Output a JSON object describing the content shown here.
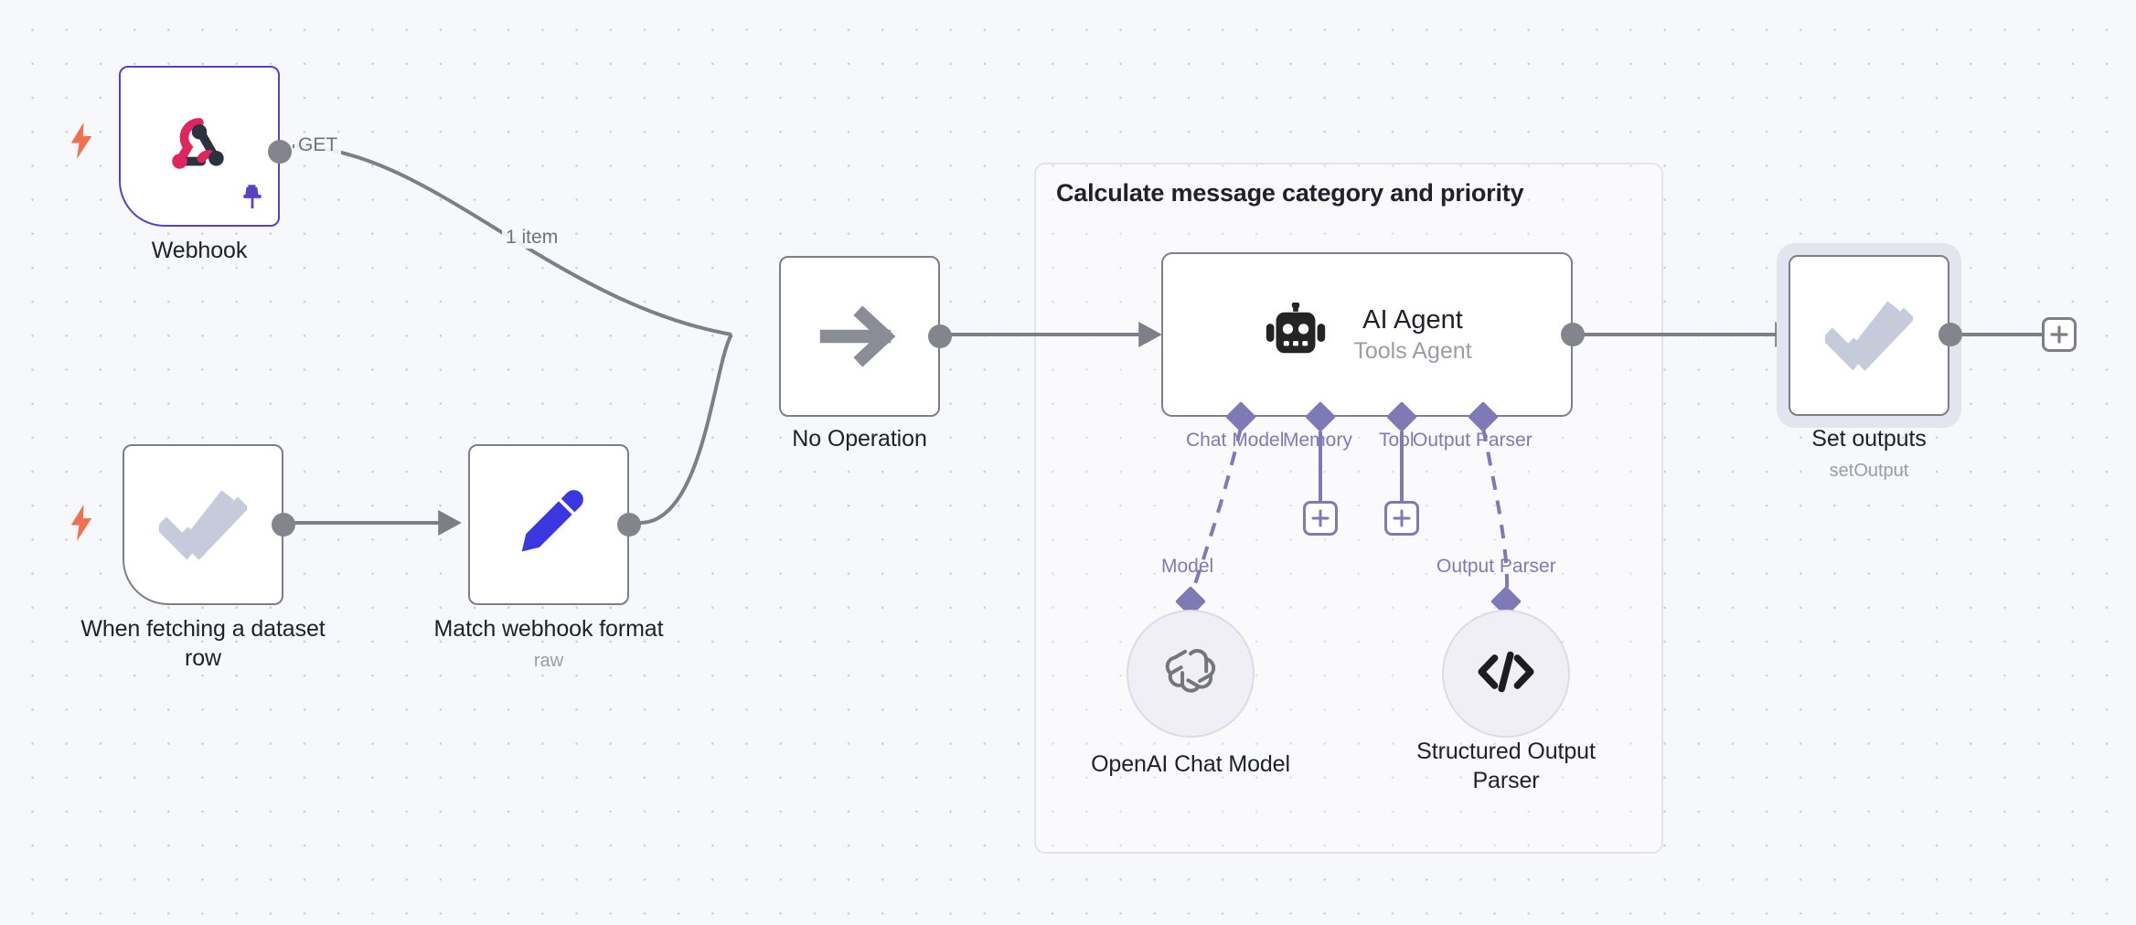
{
  "canvas": {
    "background_color": "#f7f8fb",
    "grid_dot_color": "#c9ccd6"
  },
  "group": {
    "title": "Calculate message category and priority",
    "border_color": "#e2e4ec"
  },
  "nodes": [
    {
      "id": "webhook",
      "name": "Webhook",
      "subtitle": "",
      "icon": "webhook-icon",
      "accent": "#e0245e",
      "border_color": "#5a40c4",
      "is_trigger": true,
      "is_pinned": true,
      "output_label": "GET"
    },
    {
      "id": "when-fetching-dataset-row",
      "name": "When fetching a dataset\nrow",
      "subtitle": "",
      "icon": "double-check-icon",
      "accent": "#c6cbdb",
      "border_color": "#7d7f87",
      "is_trigger": true,
      "is_pinned": false,
      "output_label": ""
    },
    {
      "id": "match-webhook-format",
      "name": "Match webhook format",
      "subtitle": "raw",
      "icon": "pencil-icon",
      "accent": "#3a36e0",
      "border_color": "#7d7f87",
      "is_trigger": false,
      "is_pinned": false,
      "output_label": ""
    },
    {
      "id": "no-operation",
      "name": "No Operation",
      "subtitle": "",
      "icon": "arrow-right-icon",
      "accent": "#8a8d96",
      "border_color": "#7d7f87",
      "is_trigger": false,
      "is_pinned": false,
      "output_label": ""
    },
    {
      "id": "ai-agent",
      "name": "AI Agent",
      "subtitle": "Tools Agent",
      "icon": "robot-icon",
      "accent": "#242424",
      "border_color": "#7d7f87",
      "is_trigger": false,
      "is_pinned": false,
      "output_label": ""
    },
    {
      "id": "set-outputs",
      "name": "Set outputs",
      "subtitle": "setOutput",
      "icon": "double-check-icon",
      "accent": "#c6cbdb",
      "border_color": "#7d7f87",
      "is_trigger": false,
      "is_pinned": false,
      "selected": true,
      "output_label": ""
    },
    {
      "id": "openai-chat-model",
      "name": "OpenAI Chat Model",
      "subtitle": "",
      "icon": "openai-icon",
      "accent": "#74767f",
      "shape": "circle",
      "connector_label": "Model"
    },
    {
      "id": "structured-output-parser",
      "name": "Structured Output\nParser",
      "subtitle": "",
      "icon": "code-brackets-icon",
      "accent": "#1d1d1f",
      "shape": "circle",
      "connector_label": "Output Parser"
    }
  ],
  "agent_ports": [
    {
      "label": "Chat Model",
      "has_plus": false
    },
    {
      "label": "Memory",
      "has_plus": true
    },
    {
      "label": "Tool",
      "has_plus": true
    },
    {
      "label": "Output Parser",
      "has_plus": false
    }
  ],
  "edges": [
    {
      "from": "webhook",
      "to": "no-operation",
      "label": "1 item"
    },
    {
      "from": "when-fetching-dataset-row",
      "to": "match-webhook-format",
      "label": ""
    },
    {
      "from": "match-webhook-format",
      "to": "no-operation",
      "label": ""
    },
    {
      "from": "no-operation",
      "to": "ai-agent",
      "label": ""
    },
    {
      "from": "ai-agent",
      "to": "set-outputs",
      "label": ""
    },
    {
      "from": "set-outputs",
      "to": "add-node",
      "label": ""
    }
  ],
  "add_button": {
    "label": "+",
    "name": "add-node-button"
  },
  "colors": {
    "accent_violet": "#7e7ab5",
    "node_border": "#7d7f87",
    "edge": "#7d7f87",
    "pinned_border": "#5a40c4",
    "trigger_bolt": "#f0714f"
  }
}
